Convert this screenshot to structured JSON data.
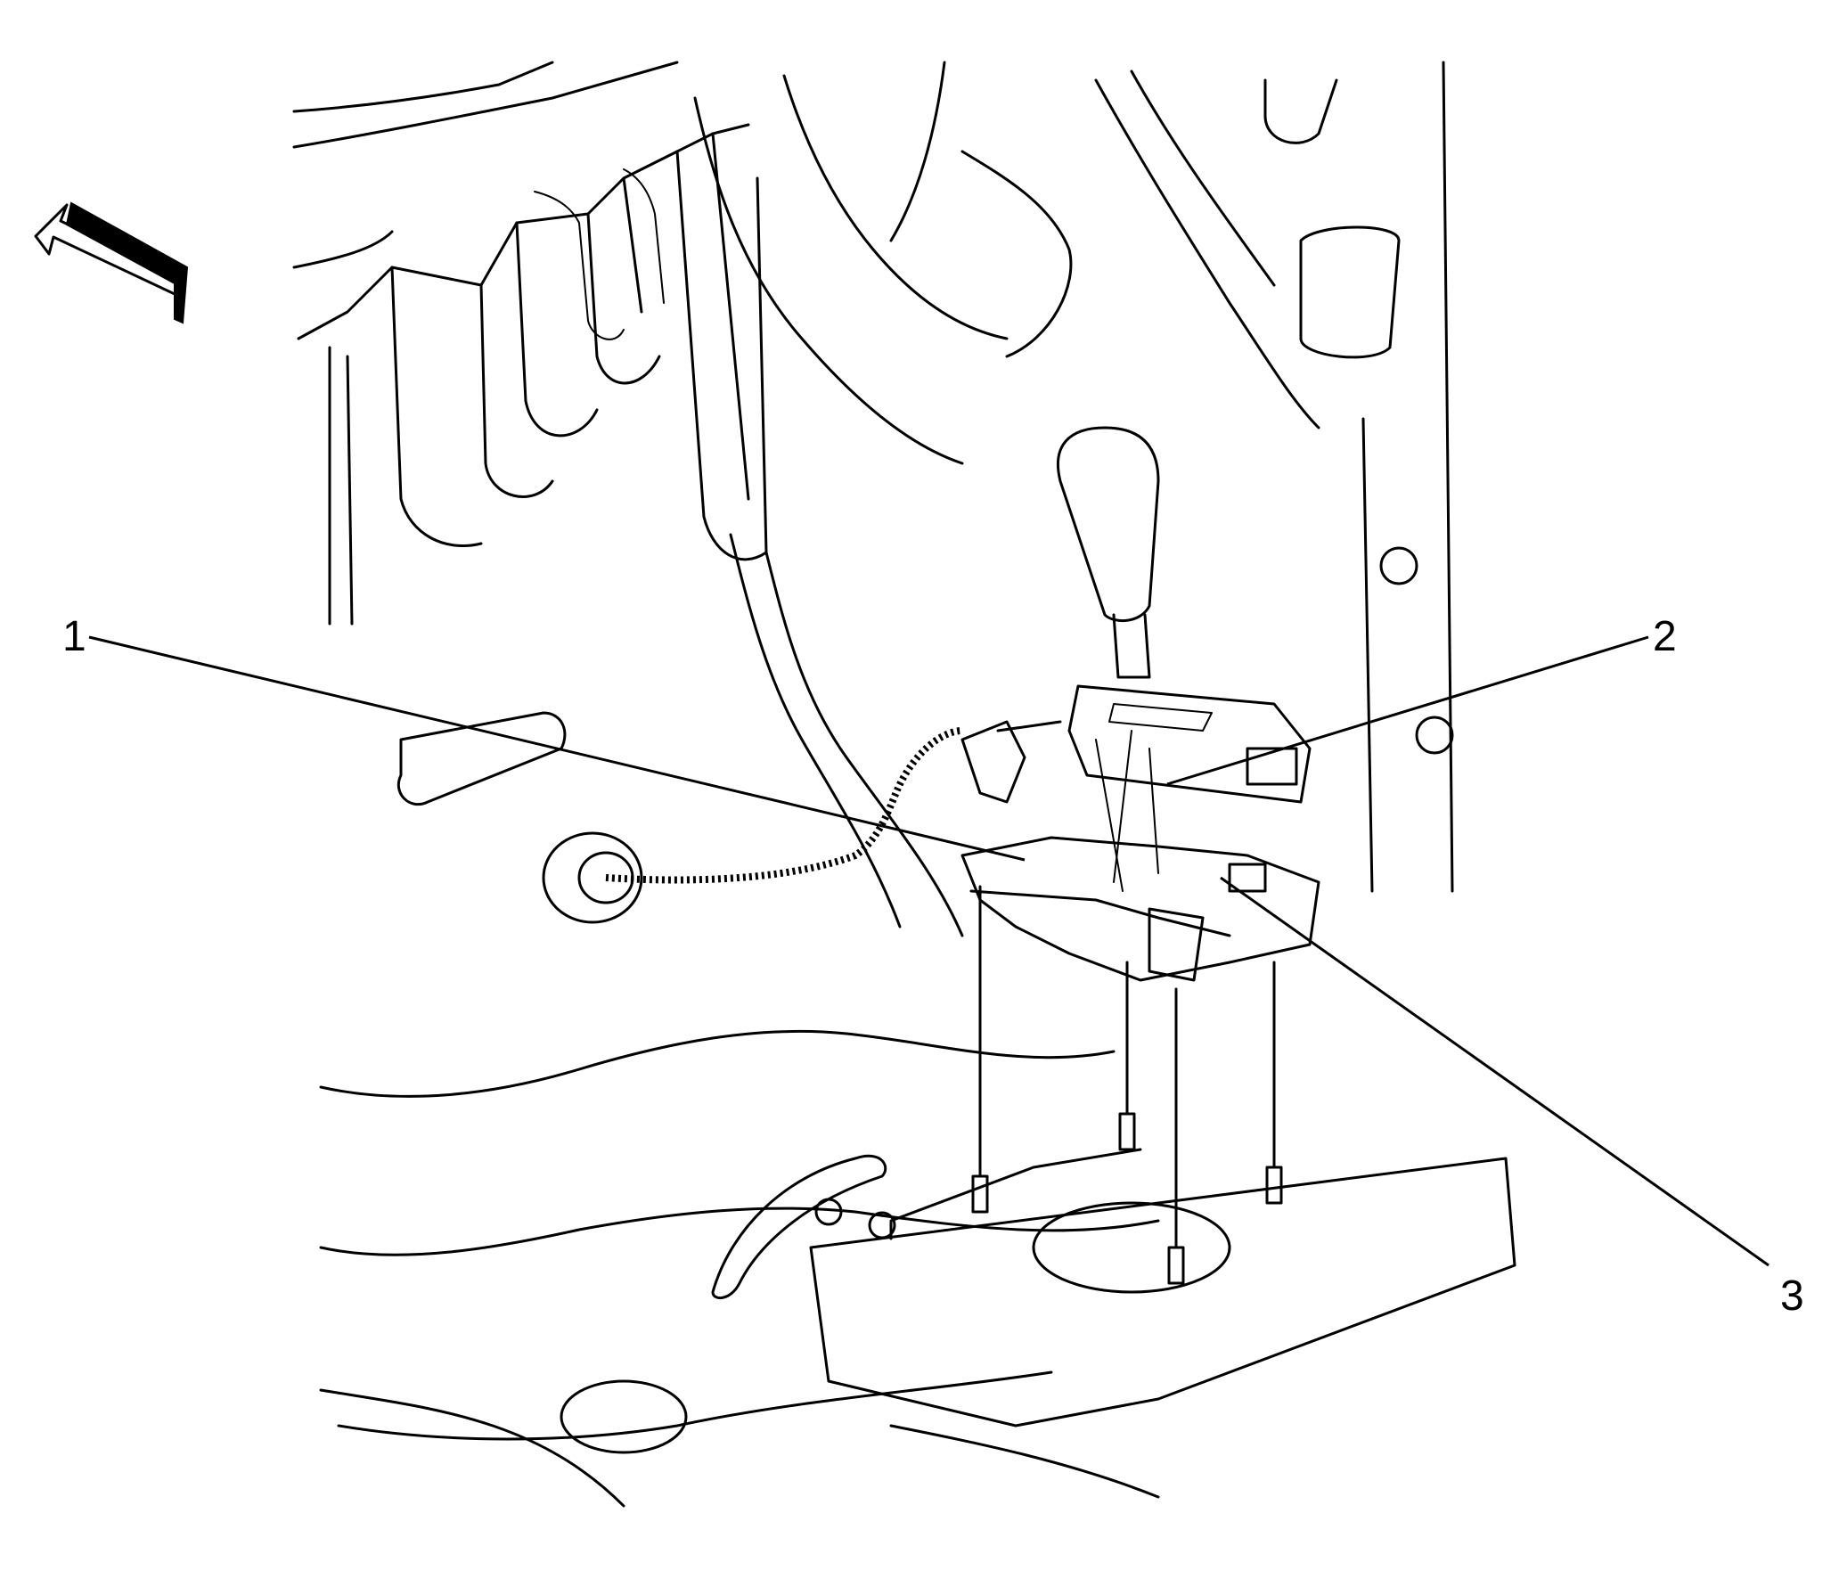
{
  "diagram": {
    "callouts": [
      {
        "id": "1",
        "label": "1"
      },
      {
        "id": "2",
        "label": "2"
      },
      {
        "id": "3",
        "label": "3"
      }
    ],
    "orientation_arrow": "forward-direction-arrow-icon"
  }
}
